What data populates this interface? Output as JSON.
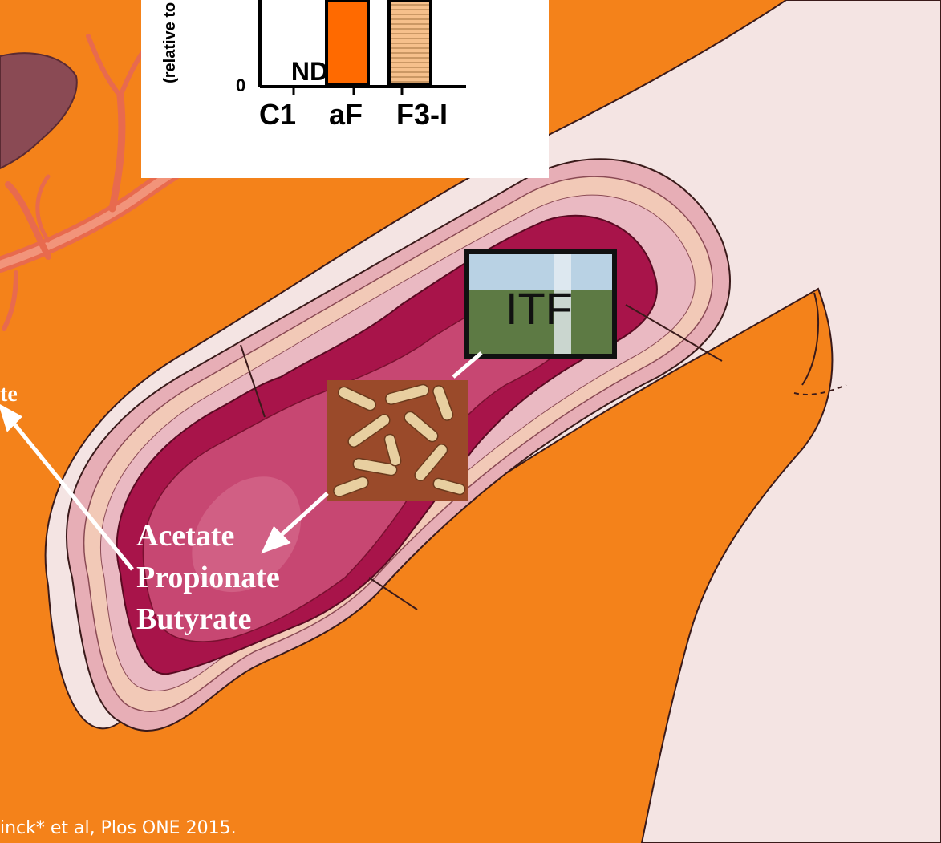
{
  "chart_data": {
    "type": "bar",
    "categories": [
      "C1",
      "aF",
      "F3-I"
    ],
    "values": [
      0,
      null,
      null
    ],
    "value_labels": [
      "ND",
      "",
      ""
    ],
    "ylabel": "(relative to C)",
    "ytick_labels": [
      "0"
    ],
    "xtick_labels": [
      "C1",
      "aF",
      "F3-I"
    ],
    "colors": [
      "#ffffff",
      "#ff6a00",
      "#f6c08b"
    ]
  },
  "labels": {
    "itf": "ITF",
    "scfa_partial": "te",
    "scfa_list": [
      "Acetate",
      "Propionate",
      "Butyrate"
    ]
  },
  "citation": "inck* et al, Plos ONE 2015.",
  "colors": {
    "background": "#f4821a",
    "intestine_outer": "#f4e4e3",
    "intestine_wall": "#e7aeb6",
    "mucosa": "#a8144a",
    "lumen": "#c74772"
  }
}
